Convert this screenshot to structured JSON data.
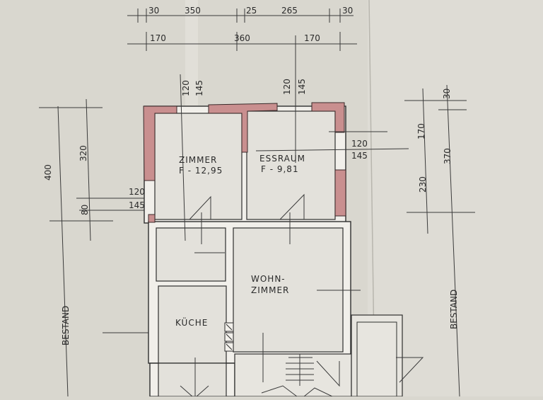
{
  "dimensions": {
    "top_row1": [
      "30",
      "350",
      "25",
      "265",
      "30"
    ],
    "top_row2": [
      "170",
      "360",
      "170"
    ],
    "left_outer": "400",
    "left_inner_upper": "320",
    "left_inner_lower": "80",
    "zimmer_door_upper": "120",
    "zimmer_door_lower": "145",
    "top_door1_a": "120",
    "top_door1_b": "145",
    "top_door2_a": "120",
    "top_door2_b": "145",
    "right_door_upper": "120",
    "right_door_lower": "145",
    "right_inner_upper": "170",
    "right_inner_lower": "230",
    "right_outer_top": "30",
    "right_outer": "370"
  },
  "labels": {
    "bestand_left": "BESTAND",
    "bestand_right": "BESTAND"
  },
  "rooms": {
    "zimmer_name": "ZIMMER",
    "zimmer_area": "F - 12,95",
    "essraum_name": "ESSRAUM",
    "essraum_area": "F - 9,81",
    "wohn_line1": "WOHN-",
    "wohn_line2": "ZIMMER",
    "kueche": "KÜCHE"
  },
  "colors": {
    "paper": "#d9d7cf",
    "wall_fill": "#f1efea",
    "hatch": "#c98f8f"
  }
}
